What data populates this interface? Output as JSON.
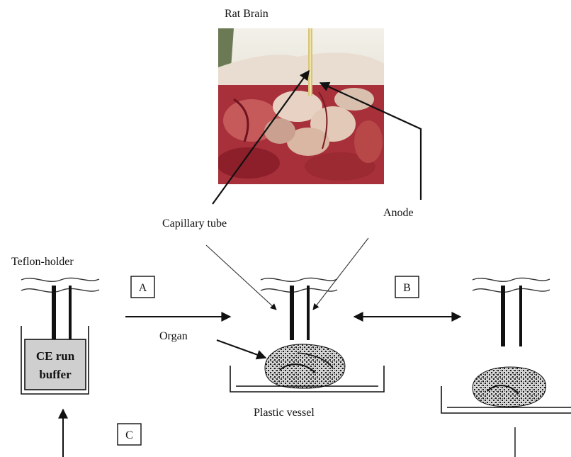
{
  "photo": {
    "title": "Rat Brain"
  },
  "labels": {
    "capillary": "Capillary tube",
    "anode": "Anode",
    "holder": "Teflon-holder",
    "organ": "Organ",
    "vessel": "Plastic vessel"
  },
  "steps": {
    "a": "A",
    "b": "B",
    "c": "C"
  },
  "buffer": {
    "line1": "CE run",
    "line2": "buffer"
  },
  "colors": {
    "ink": "#111111",
    "buffer_fill": "#cfcfcf",
    "tissue_red": "#a8303a",
    "tissue_pale": "#e7d2c4",
    "organ_gray": "#2a2a2a"
  }
}
